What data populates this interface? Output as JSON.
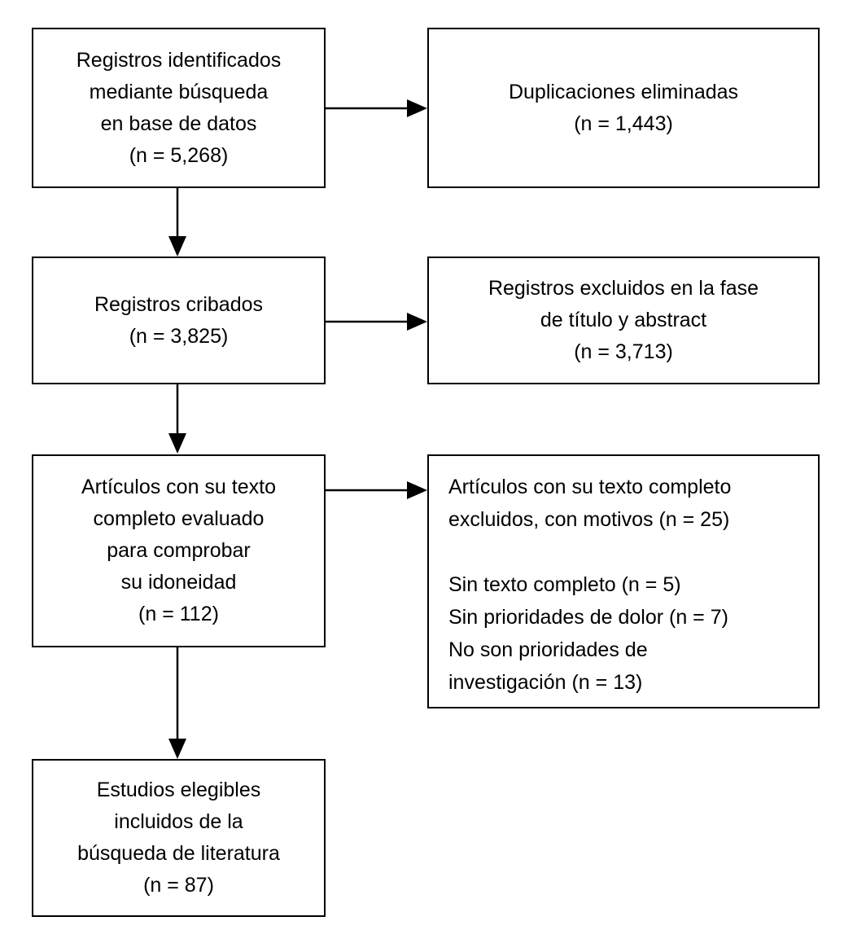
{
  "diagram": {
    "colors": {
      "background": "#ffffff",
      "box_border": "#000000",
      "text": "#000000",
      "arrow": "#000000"
    },
    "boxes": {
      "identified": {
        "text": "Registros identificados\nmediante búsqueda\nen base de datos\n(n = 5,268)",
        "n": "5,268"
      },
      "duplicates_removed": {
        "text": "Duplicaciones eliminadas\n(n = 1,443)",
        "n": "1,443"
      },
      "screened": {
        "text": "Registros cribados\n(n = 3,825)",
        "n": "3,825"
      },
      "excluded_title_abstract": {
        "text": "Registros excluidos en la fase\nde título y abstract\n(n = 3,713)",
        "n": "3,713"
      },
      "fulltext_assessed": {
        "text": "Artículos con su texto\ncompleto evaluado\npara comprobar\nsu idoneidad\n(n = 112)",
        "n": "112"
      },
      "fulltext_excluded": {
        "text": "Artículos con su texto completo\nexcluidos, con motivos (n = 25)\n\nSin texto completo (n = 5)\nSin prioridades de dolor (n = 7)\nNo son prioridades de\ninvestigación (n = 13)",
        "n": "25",
        "reasons": [
          {
            "label": "Sin texto completo",
            "n": "5"
          },
          {
            "label": "Sin prioridades de dolor",
            "n": "7"
          },
          {
            "label": "No son prioridades de investigación",
            "n": "13"
          }
        ]
      },
      "included": {
        "text": "Estudios elegibles\nincluidos de la\nbúsqueda de literatura\n(n = 87)",
        "n": "87"
      }
    },
    "edges": [
      {
        "from": "identified",
        "to": "duplicates_removed",
        "direction": "right"
      },
      {
        "from": "identified",
        "to": "screened",
        "direction": "down"
      },
      {
        "from": "screened",
        "to": "excluded_title_abstract",
        "direction": "right"
      },
      {
        "from": "screened",
        "to": "fulltext_assessed",
        "direction": "down"
      },
      {
        "from": "fulltext_assessed",
        "to": "fulltext_excluded",
        "direction": "right"
      },
      {
        "from": "fulltext_assessed",
        "to": "included",
        "direction": "down"
      }
    ]
  }
}
